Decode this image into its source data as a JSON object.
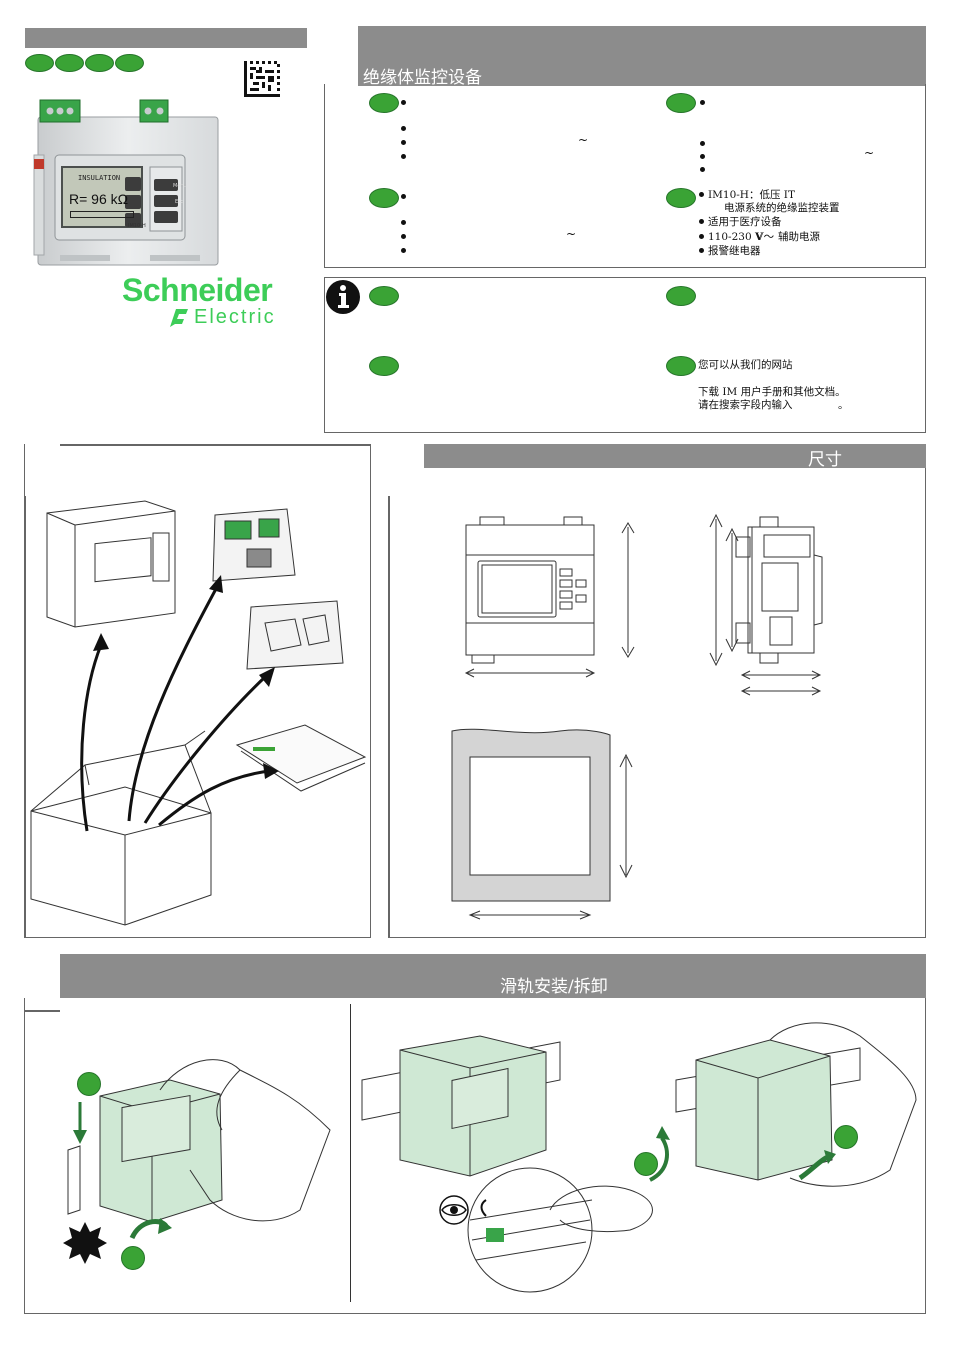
{
  "header": {
    "product_title": "绝缘体监控设备",
    "brand": {
      "name": "Schneider",
      "sub": "Electric",
      "color": "#3dcd58"
    }
  },
  "device_display": {
    "mode": "INSULATION",
    "reading": "R= 96 kΩ",
    "model": "IM10-H",
    "keys": [
      "Menu",
      "Esc"
    ]
  },
  "features": {
    "lang4_items": [
      "IM10-H：低压 IT",
      "电源系统的绝缘监控装置",
      "适用于医疗设备",
      "110-230 V",
      "辅助电源",
      "报警继电器"
    ]
  },
  "info": {
    "icon": "info-icon",
    "lang4_lines": [
      "您可以从我们的网站",
      "下载 IM 用户手册和其他文档。",
      "请在搜索字段内输入",
      "。"
    ]
  },
  "sections": {
    "dimensions_title": "尺寸",
    "rail_title": "滑轨安装/拆卸"
  },
  "symbols": {
    "tilde": "~",
    "ac": "V～"
  },
  "colors": {
    "bar": "#8c8c8c",
    "green": "#3aa335",
    "panel": "#cfe8d4"
  }
}
